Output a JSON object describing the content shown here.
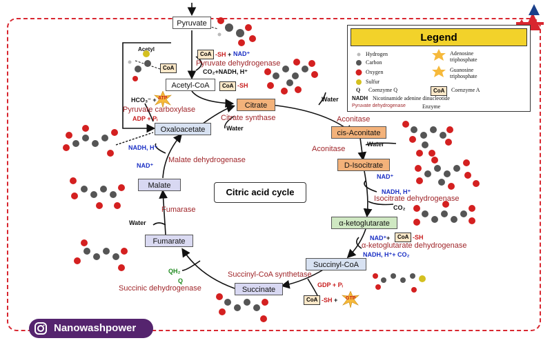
{
  "title": "Citric acid cycle",
  "metabolites": {
    "pyruvate": "Pyruvate",
    "acetyl_coa": "Acetyl-CoA",
    "citrate": "Citrate",
    "cis_aconitate": "cis-Aconitate",
    "d_isocitrate": "D-Isocitrate",
    "alpha_ketoglutarate": "α-ketoglutarate",
    "succinyl_coa": "Succinyl-CoA",
    "succinate": "Succinate",
    "fumarate": "Fumarate",
    "malate": "Malate",
    "oxaloacetate": "Oxaloacetate"
  },
  "enzymes": {
    "pyruvate_dehydrogenase": "Pyruvate dehydrogenase",
    "pyruvate_carboxylase": "Pyruvate carboxylase",
    "citrate_synthase": "Citrate synthase",
    "aconitase_1": "Aconitase",
    "aconitase_2": "Aconitase",
    "isocitrate_dehydrogenase": "Isocitrate dehydrogenase",
    "akg_dehydrogenase": "α-ketoglutarate dehydrogenase",
    "succinyl_coa_synthetase": "Succinyl-CoA synthetase",
    "succinic_dehydrogenase": "Succinic dehydrogenase",
    "fumarase": "Fumarase",
    "malate_dehydrogenase": "Malate dehydrogenase"
  },
  "cofactors": {
    "coa": "CoA",
    "sh": "-SH",
    "plus": "+",
    "nad_plus": "NAD⁺",
    "co2_nadh": "CO₂+NADH, H⁺",
    "acetyl": "Acetyl",
    "hco3": "HCO₃⁻ +",
    "atp": "ATP",
    "adp_pi": "ADP + Pᵢ",
    "water": "Water",
    "nadh_h": "NADH, H⁺",
    "co2": "CO₂",
    "nadh_h_co2": "NADH, H⁺+ CO₂",
    "gdp_pi": "GDP + Pᵢ",
    "gtp": "GTP",
    "qh2": "QH₂",
    "q": "Q"
  },
  "legend": {
    "title": "Legend",
    "hydrogen": "Hydrogen",
    "carbon": "Carbon",
    "oxygen": "Oxygen",
    "sulfur": "Sulfur",
    "coenzyme_q_symbol": "Q",
    "coenzyme_q": "Coenzyme Q",
    "nadh_symbol": "NADH",
    "nadh_desc": "Nicotinamide adenine dinucleotide",
    "enzyme_example": "Pyruvate dehydrogenase",
    "enzyme": "Enzyme",
    "atp_desc": "Adenosine triphosphate",
    "gtp_desc": "Guanosine triphosphate",
    "coa_desc": "Coenzyme A"
  },
  "brand": "Nanowashpower",
  "colors": {
    "frame": "#d8262f",
    "enzyme": "#a0262a",
    "nad": "#1a2fc4",
    "legend_header": "#f2d22a",
    "citrate_box": "#f3b27a",
    "aconitate_box": "#f3b27a",
    "isocitrate_box": "#f3b27a",
    "akg_box": "#cfe8c2",
    "succinyl_box": "#d8e2f2",
    "succinate_box": "#d8d8f2",
    "fumarate_box": "#dadaf2",
    "malate_box": "#d8d8f2",
    "oxaloacetate_box": "#d8e2f2",
    "badge": "#55246e"
  }
}
